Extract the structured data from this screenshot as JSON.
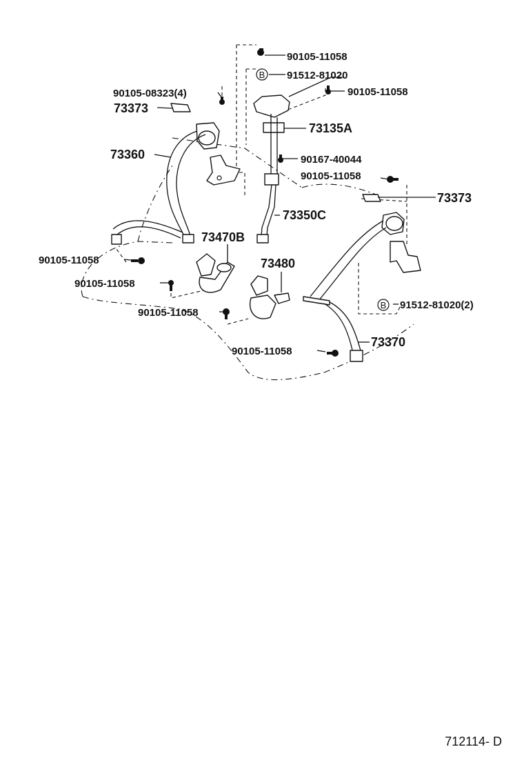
{
  "labels": {
    "p_90105_11058_top": "90105-11058",
    "p_91512_81020": "91512-81020",
    "p_90105_08323": "90105-08323(4)",
    "p_90105_11058_tr": "90105-11058",
    "p_73373_left": "73373",
    "p_73135a": "73135A",
    "p_73360": "73360",
    "p_90167_40044": "90167-40044",
    "p_90105_11058_mid": "90105-11058",
    "p_73373_right": "73373",
    "p_73350c": "73350C",
    "p_73470b": "73470B",
    "p_90105_11058_left": "90105-11058",
    "p_73480": "73480",
    "p_90105_11058_l2": "90105-11058",
    "p_91512_81020_2": "91512-81020(2)",
    "p_90105_11058_bottom": "90105-11058",
    "p_73370": "73370",
    "p_90105_11058_lower": "90105-11058",
    "callout_b": "B"
  },
  "footer": {
    "diagram_code": "712114- D"
  }
}
